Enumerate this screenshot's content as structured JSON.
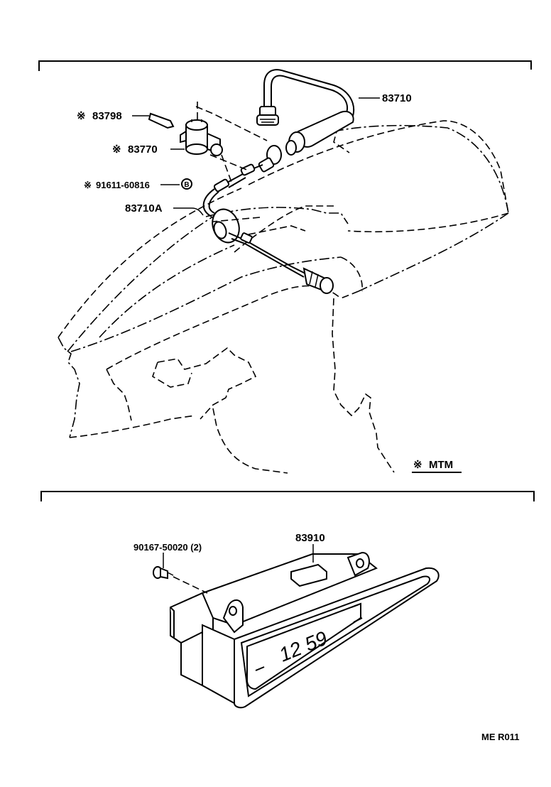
{
  "upper_section": {
    "parts": {
      "p83710": "83710",
      "p83798": "83798",
      "p83770": "83770",
      "p91611": "91611-60816",
      "p91611_badge": "B",
      "p83710A": "83710A"
    },
    "marker_glyph": "※",
    "mtm_label": "MTM"
  },
  "lower_section": {
    "parts": {
      "p83910": "83910",
      "p90167": "90167-50020 (2)"
    },
    "clock_display": "12 59"
  },
  "footer": {
    "code": "ME  R011"
  }
}
